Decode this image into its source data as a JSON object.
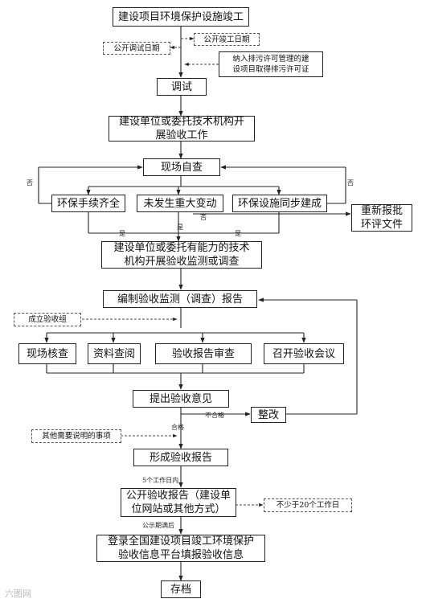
{
  "flow": {
    "start": "建设项目环境保护设施竣工",
    "note_debug_date": "公开调试日期",
    "note_completion_date": "公开竣工日期",
    "note_permit": "纳入排污许可管理的建\n设项目取得排污许可证",
    "debug": "调试",
    "entrust": "建设单位或委托技术机构开\n展验收工作",
    "self_check": "现场自查",
    "check_procedures": "环保手续齐全",
    "check_major_change": "未发生重大变动",
    "check_sync_build": "环保设施同步建成",
    "reapprove": "重新报批\n环评文件",
    "monitor_entrust": "建设单位或委托有能力的技术\n机构开展验收监测或调查",
    "compile_report": "编制验收监测（调查）报告",
    "note_group": "成立验收组",
    "site_verify": "现场核查",
    "doc_review": "资料查阅",
    "report_review": "验收报告审查",
    "meeting": "召开验收会议",
    "opinion": "提出验收意见",
    "rectify": "整改",
    "note_other": "其他需要说明的事项",
    "form_report": "形成验收报告",
    "publish_report": "公开验收报告（建设单\n位网站或其他方式）",
    "note_days": "不少于20个工作日",
    "register": "登录全国建设项目竣工环境保护\n验收信息平台填报验收信息",
    "archive": "存档"
  },
  "labels": {
    "no": "否",
    "yes": "是",
    "unqualified": "不合格",
    "qualified": "合格",
    "five_days": "5个工作日内",
    "after_period": "公示期满后"
  },
  "watermark": "六图网"
}
